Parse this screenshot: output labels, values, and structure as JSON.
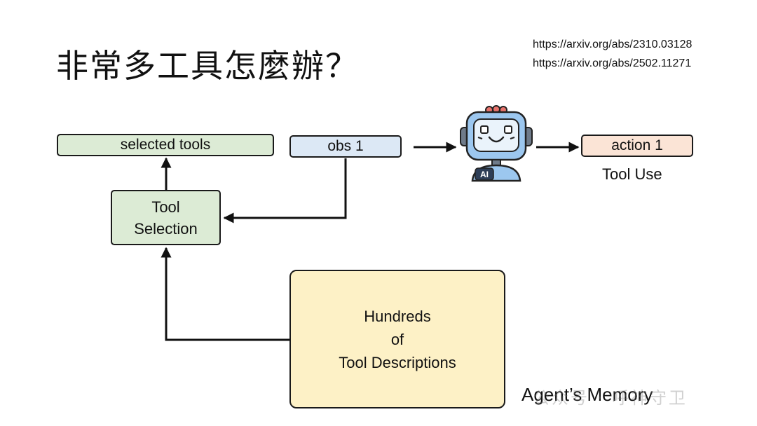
{
  "title": "非常多工具怎麼辦？",
  "refs": [
    "https://arxiv.org/abs/2310.03128",
    "https://arxiv.org/abs/2502.11271"
  ],
  "nodes": {
    "selected_tools": "selected tools",
    "obs": "obs 1",
    "action": "action 1",
    "tool_use": "Tool Use",
    "tool_selection": [
      "Tool",
      "Selection"
    ],
    "descriptions": [
      "Hundreds",
      "of",
      "Tool Descriptions"
    ]
  },
  "robot_badge": "AI",
  "watermark": {
    "text": "Agent’s Memory",
    "overlay": "公众号 · 呼神守卫"
  },
  "colors": {
    "green": "#dcebd5",
    "blue": "#dce8f5",
    "peach": "#fbe4d6",
    "yellow": "#fdf1c6",
    "robot_blue": "#9cc7ef",
    "robot_red": "#e8736c"
  }
}
